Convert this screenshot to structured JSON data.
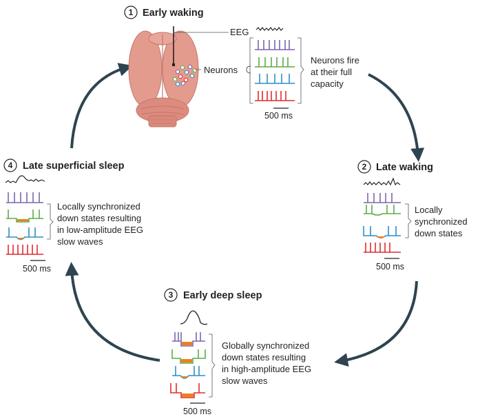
{
  "stages": [
    {
      "number": "1",
      "title": "Early waking"
    },
    {
      "number": "2",
      "title": "Late waking"
    },
    {
      "number": "3",
      "title": "Early deep sleep"
    },
    {
      "number": "4",
      "title": "Late superficial sleep"
    }
  ],
  "brain_labels": {
    "eeg": "EEG",
    "neurons": "Neurons"
  },
  "descriptions": {
    "s1": [
      "Neurons fire",
      "at their full",
      "capacity"
    ],
    "s2": [
      "Locally",
      "synchronized",
      "down states"
    ],
    "s3": [
      "Globally synchronized",
      "down states resulting",
      "in high-amplitude EEG",
      "slow waves"
    ],
    "s4": [
      "Locally synchronized",
      "down states resulting",
      "in low-amplitude EEG",
      "slow waves"
    ]
  },
  "scale_bar": "500 ms",
  "colors": {
    "purple": "#7a66ad",
    "green": "#5bab45",
    "blue": "#2a8fc5",
    "red": "#e02b2b",
    "down_state": "#f07f1a",
    "arrow": "#2e4450",
    "brain": "#e39b8e",
    "brain_dark": "#c6756a"
  }
}
